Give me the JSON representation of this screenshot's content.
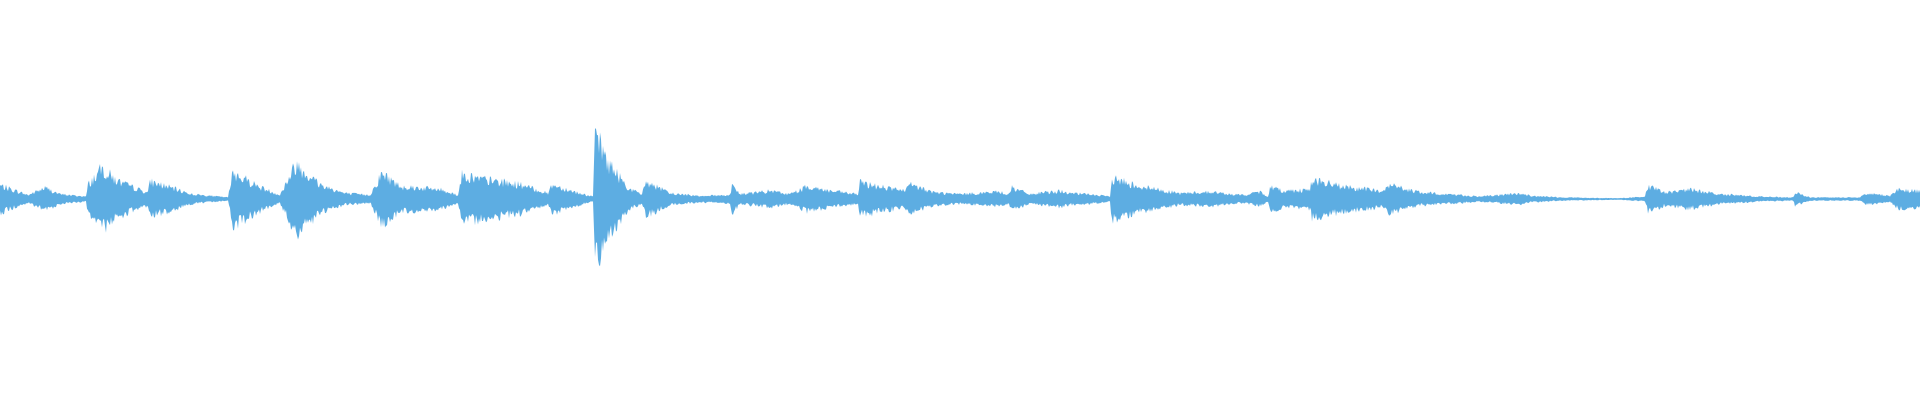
{
  "waveform": {
    "color": "#5dade2",
    "background": "#ffffff",
    "amplitude_envelope": [
      [
        0,
        0.17
      ],
      [
        28,
        0.05
      ],
      [
        45,
        0.14
      ],
      [
        60,
        0.06
      ],
      [
        86,
        0.03
      ],
      [
        88,
        0.18
      ],
      [
        102,
        0.38
      ],
      [
        118,
        0.22
      ],
      [
        132,
        0.15
      ],
      [
        148,
        0.08
      ],
      [
        150,
        0.22
      ],
      [
        166,
        0.16
      ],
      [
        192,
        0.06
      ],
      [
        228,
        0.02
      ],
      [
        233,
        0.34
      ],
      [
        258,
        0.16
      ],
      [
        280,
        0.05
      ],
      [
        296,
        0.44
      ],
      [
        320,
        0.18
      ],
      [
        345,
        0.07
      ],
      [
        370,
        0.05
      ],
      [
        382,
        0.32
      ],
      [
        400,
        0.16
      ],
      [
        440,
        0.12
      ],
      [
        458,
        0.05
      ],
      [
        462,
        0.3
      ],
      [
        480,
        0.25
      ],
      [
        520,
        0.18
      ],
      [
        548,
        0.07
      ],
      [
        552,
        0.18
      ],
      [
        580,
        0.07
      ],
      [
        593,
        0.03
      ],
      [
        595,
        0.8
      ],
      [
        610,
        0.42
      ],
      [
        630,
        0.12
      ],
      [
        642,
        0.06
      ],
      [
        646,
        0.22
      ],
      [
        670,
        0.07
      ],
      [
        700,
        0.04
      ],
      [
        730,
        0.05
      ],
      [
        732,
        0.18
      ],
      [
        740,
        0.06
      ],
      [
        770,
        0.1
      ],
      [
        790,
        0.06
      ],
      [
        808,
        0.16
      ],
      [
        830,
        0.1
      ],
      [
        858,
        0.06
      ],
      [
        860,
        0.2
      ],
      [
        880,
        0.16
      ],
      [
        905,
        0.1
      ],
      [
        910,
        0.18
      ],
      [
        935,
        0.08
      ],
      [
        960,
        0.06
      ],
      [
        1000,
        0.09
      ],
      [
        1008,
        0.06
      ],
      [
        1012,
        0.14
      ],
      [
        1030,
        0.06
      ],
      [
        1060,
        0.1
      ],
      [
        1070,
        0.07
      ],
      [
        1090,
        0.06
      ],
      [
        1110,
        0.03
      ],
      [
        1112,
        0.26
      ],
      [
        1140,
        0.16
      ],
      [
        1180,
        0.07
      ],
      [
        1210,
        0.09
      ],
      [
        1230,
        0.06
      ],
      [
        1240,
        0.05
      ],
      [
        1250,
        0.06
      ],
      [
        1260,
        0.09
      ],
      [
        1268,
        0.03
      ],
      [
        1270,
        0.15
      ],
      [
        1285,
        0.1
      ],
      [
        1310,
        0.12
      ],
      [
        1312,
        0.24
      ],
      [
        1345,
        0.15
      ],
      [
        1385,
        0.1
      ],
      [
        1388,
        0.18
      ],
      [
        1420,
        0.08
      ],
      [
        1460,
        0.05
      ],
      [
        1480,
        0.03
      ],
      [
        1520,
        0.07
      ],
      [
        1530,
        0.04
      ],
      [
        1560,
        0.02
      ],
      [
        1620,
        0.01
      ],
      [
        1645,
        0.03
      ],
      [
        1648,
        0.16
      ],
      [
        1665,
        0.08
      ],
      [
        1690,
        0.12
      ],
      [
        1720,
        0.06
      ],
      [
        1760,
        0.03
      ],
      [
        1793,
        0.02
      ],
      [
        1795,
        0.08
      ],
      [
        1810,
        0.02
      ],
      [
        1860,
        0.02
      ],
      [
        1866,
        0.07
      ],
      [
        1890,
        0.04
      ],
      [
        1898,
        0.12
      ],
      [
        1920,
        0.1
      ]
    ]
  }
}
